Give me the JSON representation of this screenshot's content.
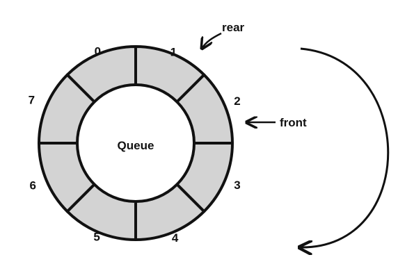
{
  "center_label": "Queue",
  "slots": [
    {
      "index": "0"
    },
    {
      "index": "1"
    },
    {
      "index": "2"
    },
    {
      "index": "3"
    },
    {
      "index": "4"
    },
    {
      "index": "5"
    },
    {
      "index": "6"
    },
    {
      "index": "7"
    }
  ],
  "pointers": {
    "rear": {
      "label": "rear",
      "slot": 1
    },
    "front": {
      "label": "front",
      "slot": 2
    }
  },
  "direction": "clockwise",
  "colors": {
    "slot_fill": "#d3d3d3",
    "stroke": "#111111",
    "background": "#ffffff"
  }
}
